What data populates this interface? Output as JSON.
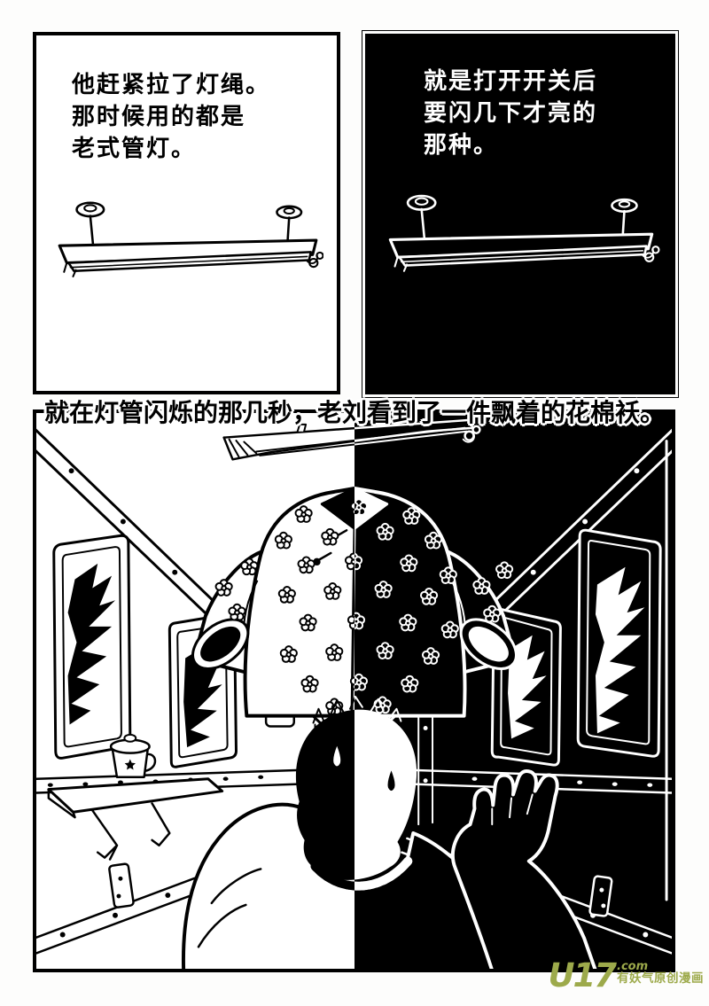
{
  "comic": {
    "panel1": {
      "narration_lines": [
        "他赶紧拉了灯绳。",
        "那时候用的都是",
        "老式管灯。"
      ]
    },
    "panel2": {
      "narration_lines": [
        "就是打开开关后",
        "要闪几下才亮的",
        "那种。"
      ]
    },
    "panel3": {
      "caption": "就在灯管闪烁的那几秒，老刘看到了一件飘着的花棉袄。"
    }
  },
  "watermark": {
    "brand": "U17",
    "tld": ".com",
    "tagline": "有妖气原创漫画",
    "color": "#9DAA4B"
  },
  "colors": {
    "ink": "#000000",
    "paper": "#ffffff"
  }
}
